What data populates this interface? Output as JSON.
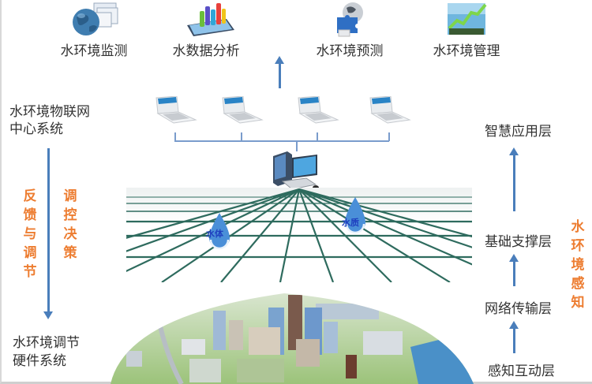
{
  "apps": [
    {
      "label": "水环境监测",
      "icon": "globe-monitor-icon"
    },
    {
      "label": "水数据分析",
      "icon": "bar-chart-tablet-icon"
    },
    {
      "label": "水环境预测",
      "icon": "puzzle-globe-icon"
    },
    {
      "label": "水环境管理",
      "icon": "growth-chart-icon"
    }
  ],
  "left_panel": {
    "top_system": {
      "line1": "水环境物联网",
      "line2": "中心系统"
    },
    "bottom_system": {
      "line1": "水环境调节",
      "line2": "硬件系统"
    },
    "feedback_label": "反馈与调节",
    "control_label": "调控决策"
  },
  "right_panel": {
    "layers": [
      "智慧应用层",
      "基础支撑层",
      "网络传输层",
      "感知互动层"
    ],
    "perception_label": "水环境感知"
  },
  "network": {
    "laptop_count": 4,
    "server_icon": "desktop-computer-icon"
  },
  "sensing_grid": {
    "drops": [
      {
        "label": "水体"
      },
      {
        "label": "水质"
      }
    ]
  },
  "colors": {
    "arrow": "#4a7ebb",
    "accent_text": "#ed7d31",
    "grid_line": "#2e6b5e",
    "drop": "#4a8fd8",
    "drop_text": "#1e3fbf"
  }
}
